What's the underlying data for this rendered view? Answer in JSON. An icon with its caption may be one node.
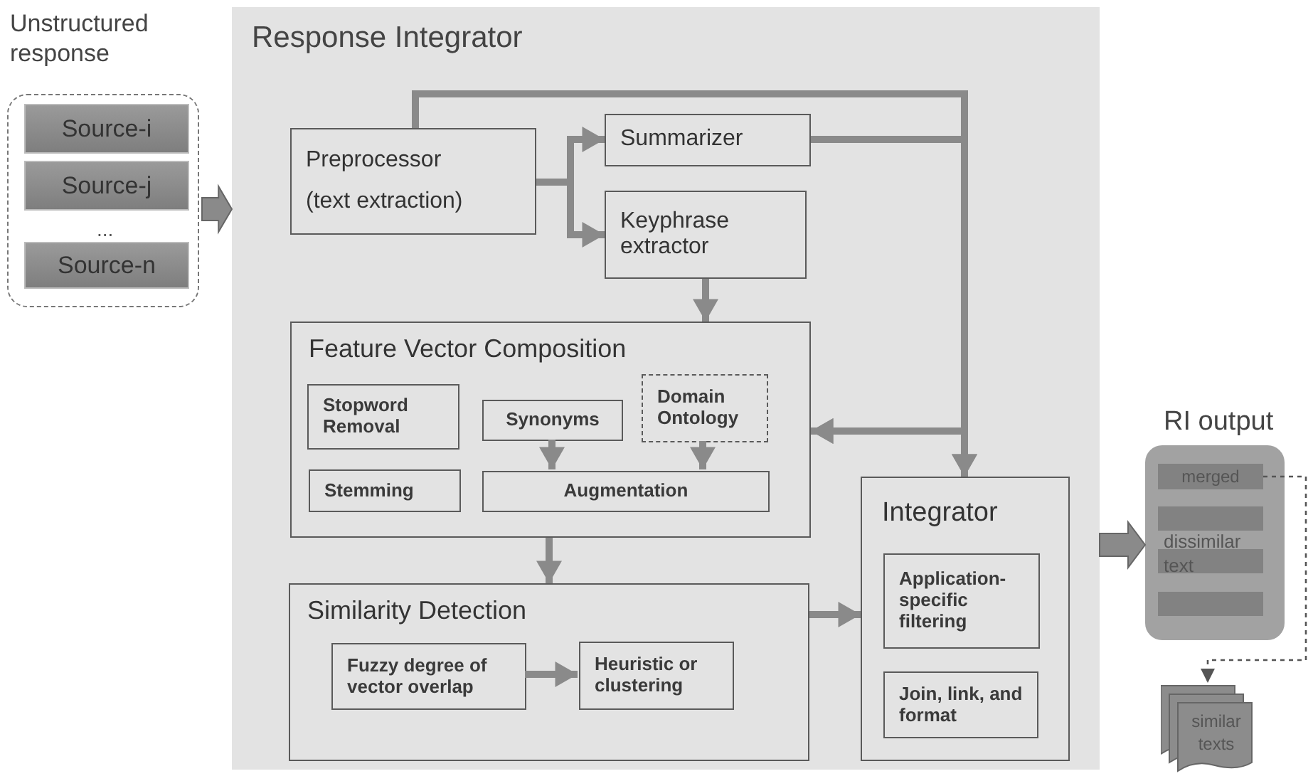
{
  "diagram": {
    "nodes": [
      {
        "text": [
          "Unstructured response"
        ]
      },
      {
        "text": [
          "Source-i"
        ],
        "in": 0
      },
      {
        "text": [
          "Source-j"
        ],
        "in": 0
      },
      {
        "text": [
          "Source-n"
        ],
        "in": 0
      },
      {
        "text": [
          "Response Integrator"
        ]
      },
      {
        "text": [
          "Preprocessor",
          "(text extraction)"
        ],
        "in": 4
      },
      {
        "text": [
          "Summarizer"
        ],
        "in": 4
      },
      {
        "text": [
          "Keyphrase extractor"
        ],
        "in": 4
      },
      {
        "text": [
          "Feature Vector Composition"
        ],
        "in": 4
      },
      {
        "text": [
          "Stopword Removal"
        ],
        "in": 8
      },
      {
        "text": [
          "Synonyms"
        ],
        "in": 8
      },
      {
        "text": [
          "Domain Ontology"
        ],
        "in": 8
      },
      {
        "text": [
          "Stemming"
        ],
        "in": 8
      },
      {
        "text": [
          "Augmentation"
        ],
        "in": 8
      },
      {
        "text": [
          "Similarity Detection"
        ],
        "in": 4
      },
      {
        "text": [
          "Fuzzy degree of vector overlap"
        ],
        "in": 14
      },
      {
        "text": [
          "Heuristic or clustering"
        ],
        "in": 14
      },
      {
        "text": [
          "Integrator"
        ],
        "in": 4
      },
      {
        "text": [
          "Application-specific filtering"
        ],
        "in": 17
      },
      {
        "text": [
          "Join, link, and format"
        ],
        "in": 17
      },
      {
        "text": [
          "RI output",
          "dissimilar text"
        ]
      },
      {
        "text": [
          "merged"
        ],
        "in": 20
      },
      {
        "text": [
          "similar texts"
        ]
      }
    ],
    "edges": [
      {
        "from": 0,
        "to": 4,
        "arrow": "to",
        "style": "thick"
      },
      {
        "from": 5,
        "to": 6,
        "arrow": "to"
      },
      {
        "from": 5,
        "to": 7,
        "arrow": "to"
      },
      {
        "from": 5,
        "to": 17,
        "arrow": "to"
      },
      {
        "from": 6,
        "to": 17,
        "arrow": "to"
      },
      {
        "from": 5,
        "to": 8,
        "arrow": "to"
      },
      {
        "from": 6,
        "to": 8,
        "arrow": "to"
      },
      {
        "from": 7,
        "to": 8,
        "arrow": "to"
      },
      {
        "from": 10,
        "to": 13,
        "arrow": "to"
      },
      {
        "from": 11,
        "to": 13,
        "arrow": "to"
      },
      {
        "from": 8,
        "to": 14,
        "arrow": "to"
      },
      {
        "from": 14,
        "to": 17,
        "arrow": "to"
      },
      {
        "from": 15,
        "to": 16,
        "arrow": "to"
      },
      {
        "from": 4,
        "to": 20,
        "arrow": "to",
        "style": "thick"
      },
      {
        "from": 21,
        "to": 22,
        "arrow": "to",
        "style": "dashed",
        "color": "#555555"
      }
    ],
    "labels": [
      "..."
    ]
  }
}
